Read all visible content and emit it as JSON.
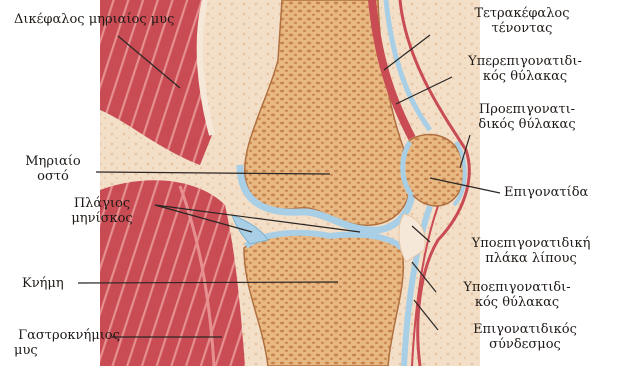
{
  "labels": {
    "biceps_femoris": "Δικέφαλος μηριαίος μυς",
    "quadriceps_tendon_1": "Τετρακέφαλος",
    "quadriceps_tendon_2": "τένοντας",
    "suprapatellar_bursa_1": "Υπερεπιγονατιδι-",
    "suprapatellar_bursa_2": "κός θύλακας",
    "prepatellar_bursa_1": "Προεπιγονατι-",
    "prepatellar_bursa_2": "δικός θύλακας",
    "femur_1": "Μηριαίο",
    "femur_2": "οστό",
    "patella": "Επιγονατίδα",
    "lateral_meniscus_1": "Πλάγιος",
    "lateral_meniscus_2": "μηνίσκος",
    "infrapatellar_fat_1": "Υποεπιγονατιδική",
    "infrapatellar_fat_2": "πλάκα λίπους",
    "tibia": "Κνήμη",
    "infrapatellar_bursa_1": "Υποεπιγονατιδι-",
    "infrapatellar_bursa_2": "κός θύλακας",
    "patellar_ligament_1": "Επιγονατιδικός",
    "patellar_ligament_2": "σύνδεσμος",
    "gastrocnemius_1": "Γαστροκνήμιος",
    "gastrocnemius_2": "μυς"
  },
  "colors": {
    "muscle": "#c94b54",
    "muscle_stripe": "#e58f8f",
    "fat": "#f3dfc8",
    "bone": "#e8b883",
    "bone_spot": "#c8844f",
    "cartilage": "#a8cfe6",
    "leader_line": "#2a2624"
  }
}
